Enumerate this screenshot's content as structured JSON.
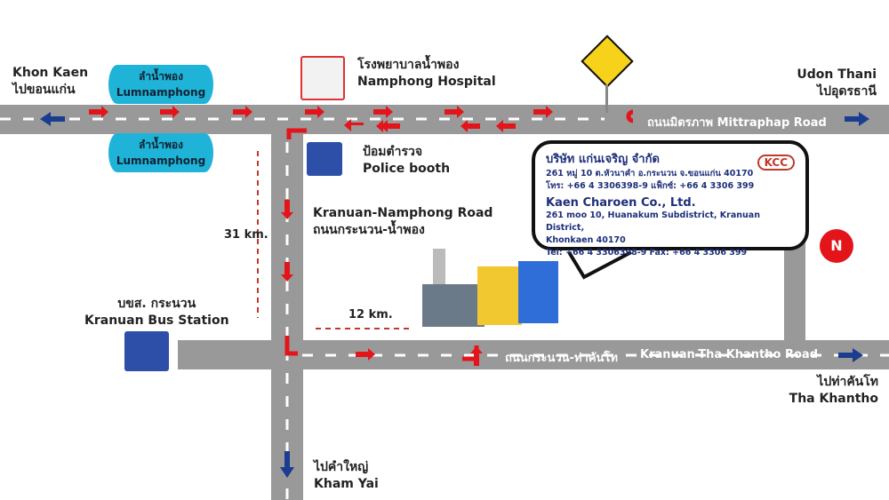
{
  "places": {
    "khon_kaen_en": "Khon Kaen",
    "khon_kaen_th": "ไปขอนแก่น",
    "udon_en": "Udon Thani",
    "udon_th": "ไปอุดรธานี",
    "river_th": "ลำน้ำพอง",
    "river_en": "Lumnamphong",
    "hospital_th": "โรงพยาบาลน้ำพอง",
    "hospital_en": "Namphong Hospital",
    "police_th": "ป้อมตำรวจ",
    "police_en": "Police booth",
    "kranuan_road_en": "Kranuan-Namphong Road",
    "kranuan_road_th": "ถนนกระนวน-น้ำพอง",
    "bus_th": "บขส. กระนวน",
    "bus_en": "Kranuan Bus Station",
    "tha_khantho_th": "ไปท่าคันโท",
    "tha_khantho_en": "Tha Khantho",
    "kham_yai_th": "ไปคำใหญ่",
    "kham_yai_en": "Kham Yai"
  },
  "roads": {
    "mittraphap": "ถนนมิตรภาพ Mittraphap Road",
    "tha_khantho_road_th": "ถนนกระนวน-ท่าคันโท",
    "tha_khantho_road_en": "Kranuan-Tha Khantho Road"
  },
  "distances": {
    "vertical": "31 km.",
    "horizontal": "12 km."
  },
  "company": {
    "name_th": "บริษัท แก่นเจริญ จำกัด",
    "address_th": "261 หมู่ 10 ต.หัวนาคำ อ.กระนวน จ.ขอนแก่น 40170",
    "tel_th": "โทร: +66 4 3306398-9 แฟ็กซ์: +66 4 3306 399",
    "name_en": "Kaen Charoen Co., Ltd.",
    "address_en_1": "261 moo 10, Huanakum Subdistrict, Kranuan District,",
    "address_en_2": "Khonkaen 40170",
    "tel_en": "Tel: +66 4 3306398-9 Fax: +66 4 3306 399",
    "logo": "KCC"
  },
  "colors": {
    "road": "#999999",
    "arrow": "#e3151a",
    "dir_arrow": "#1a3d8f",
    "river": "#1fb3d8"
  }
}
